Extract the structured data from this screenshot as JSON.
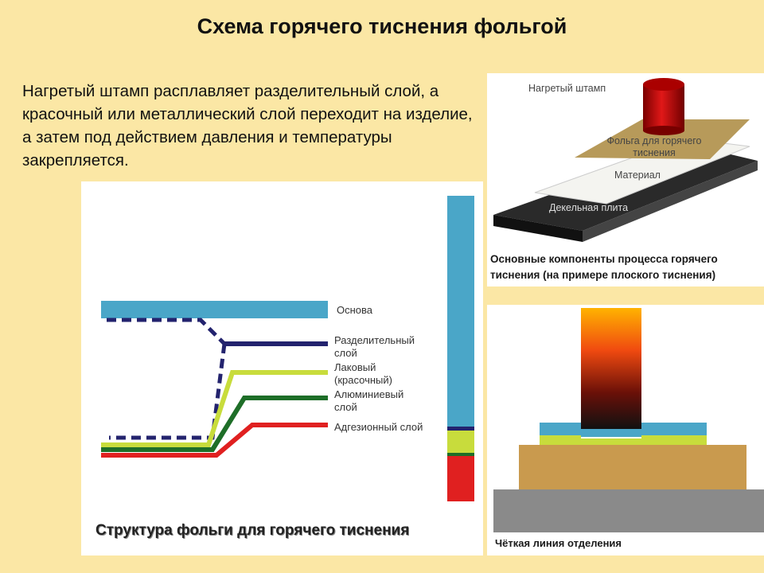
{
  "slide": {
    "title": "Схема горячего тиснения фольгой",
    "intro": "Нагретый штамп расплавляет разделительный слой, а красочный или металлический слой переходит на изделие, а затем под действием давления и температуры закрепляется."
  },
  "structure_panel": {
    "caption": "Структура фольги для горячего тиснения",
    "labels": {
      "base": "Основа",
      "release": "Разделительный слой",
      "lacquer": "Лаковый (красочный)",
      "aluminum": "Алюминиевый слой",
      "adhesive": "Адгезионный слой"
    }
  },
  "press_panel": {
    "caption": "Основные компоненты процесса горячего тиснения (на примере плоского тиснения)",
    "labels": {
      "die": "Нагретый штамп",
      "foil": "Фольга для горячего тиснения",
      "material": "Материал",
      "plate": "Декельная плита"
    }
  },
  "cut_panel": {
    "caption": "Чёткая линия отделения"
  },
  "colors": {
    "background": "#fbe7a5",
    "base_layer": "#4aa6c8",
    "release_layer": "#23236e",
    "lacquer_layer": "#c8dc3c",
    "aluminum_layer": "#1e6e28",
    "adhesive_layer": "#e02020",
    "foil_sheet": "#b79a5a",
    "substrate": "#c99a4e",
    "plate": "#8a8a8a"
  }
}
